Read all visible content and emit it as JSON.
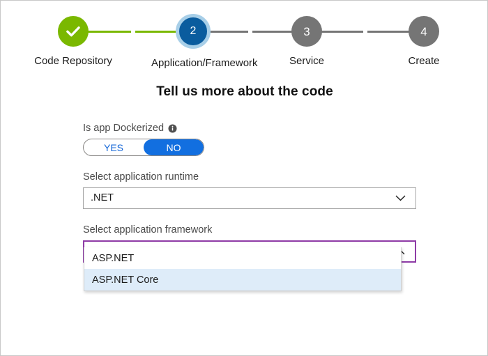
{
  "wizard": {
    "steps": [
      {
        "label": "Code Repository",
        "number": "1",
        "state": "done",
        "marker": "check-icon"
      },
      {
        "label": "Application/Framework",
        "number": "2",
        "state": "current",
        "marker": "2"
      },
      {
        "label": "Service",
        "number": "3",
        "state": "todo",
        "marker": "3"
      },
      {
        "label": "Create",
        "number": "4",
        "state": "todo",
        "marker": "4"
      }
    ],
    "colors": {
      "done": "#7ab800",
      "current": "#0a5c9e",
      "current_ring": "#a8cfe8",
      "todo": "#757575"
    }
  },
  "page_title": "Tell us more about the code",
  "form": {
    "dockerized": {
      "label": "Is app Dockerized",
      "info_icon": "info-icon",
      "options": [
        {
          "label": "YES",
          "selected": false
        },
        {
          "label": "NO",
          "selected": true
        }
      ],
      "selected": "NO",
      "selected_color": "#126fe0"
    },
    "runtime": {
      "label": "Select application runtime",
      "value": ".NET",
      "expanded": false,
      "chevron": "chevron-down-icon"
    },
    "framework": {
      "label": "Select application framework",
      "value": "ASP.NET Core",
      "expanded": true,
      "chevron": "chevron-up-icon",
      "focus_color": "#8e3ba6",
      "highlight_color": "#deecf9",
      "options": [
        {
          "label": "ASP.NET",
          "highlighted": false
        },
        {
          "label": "ASP.NET Core",
          "highlighted": true
        }
      ]
    }
  }
}
